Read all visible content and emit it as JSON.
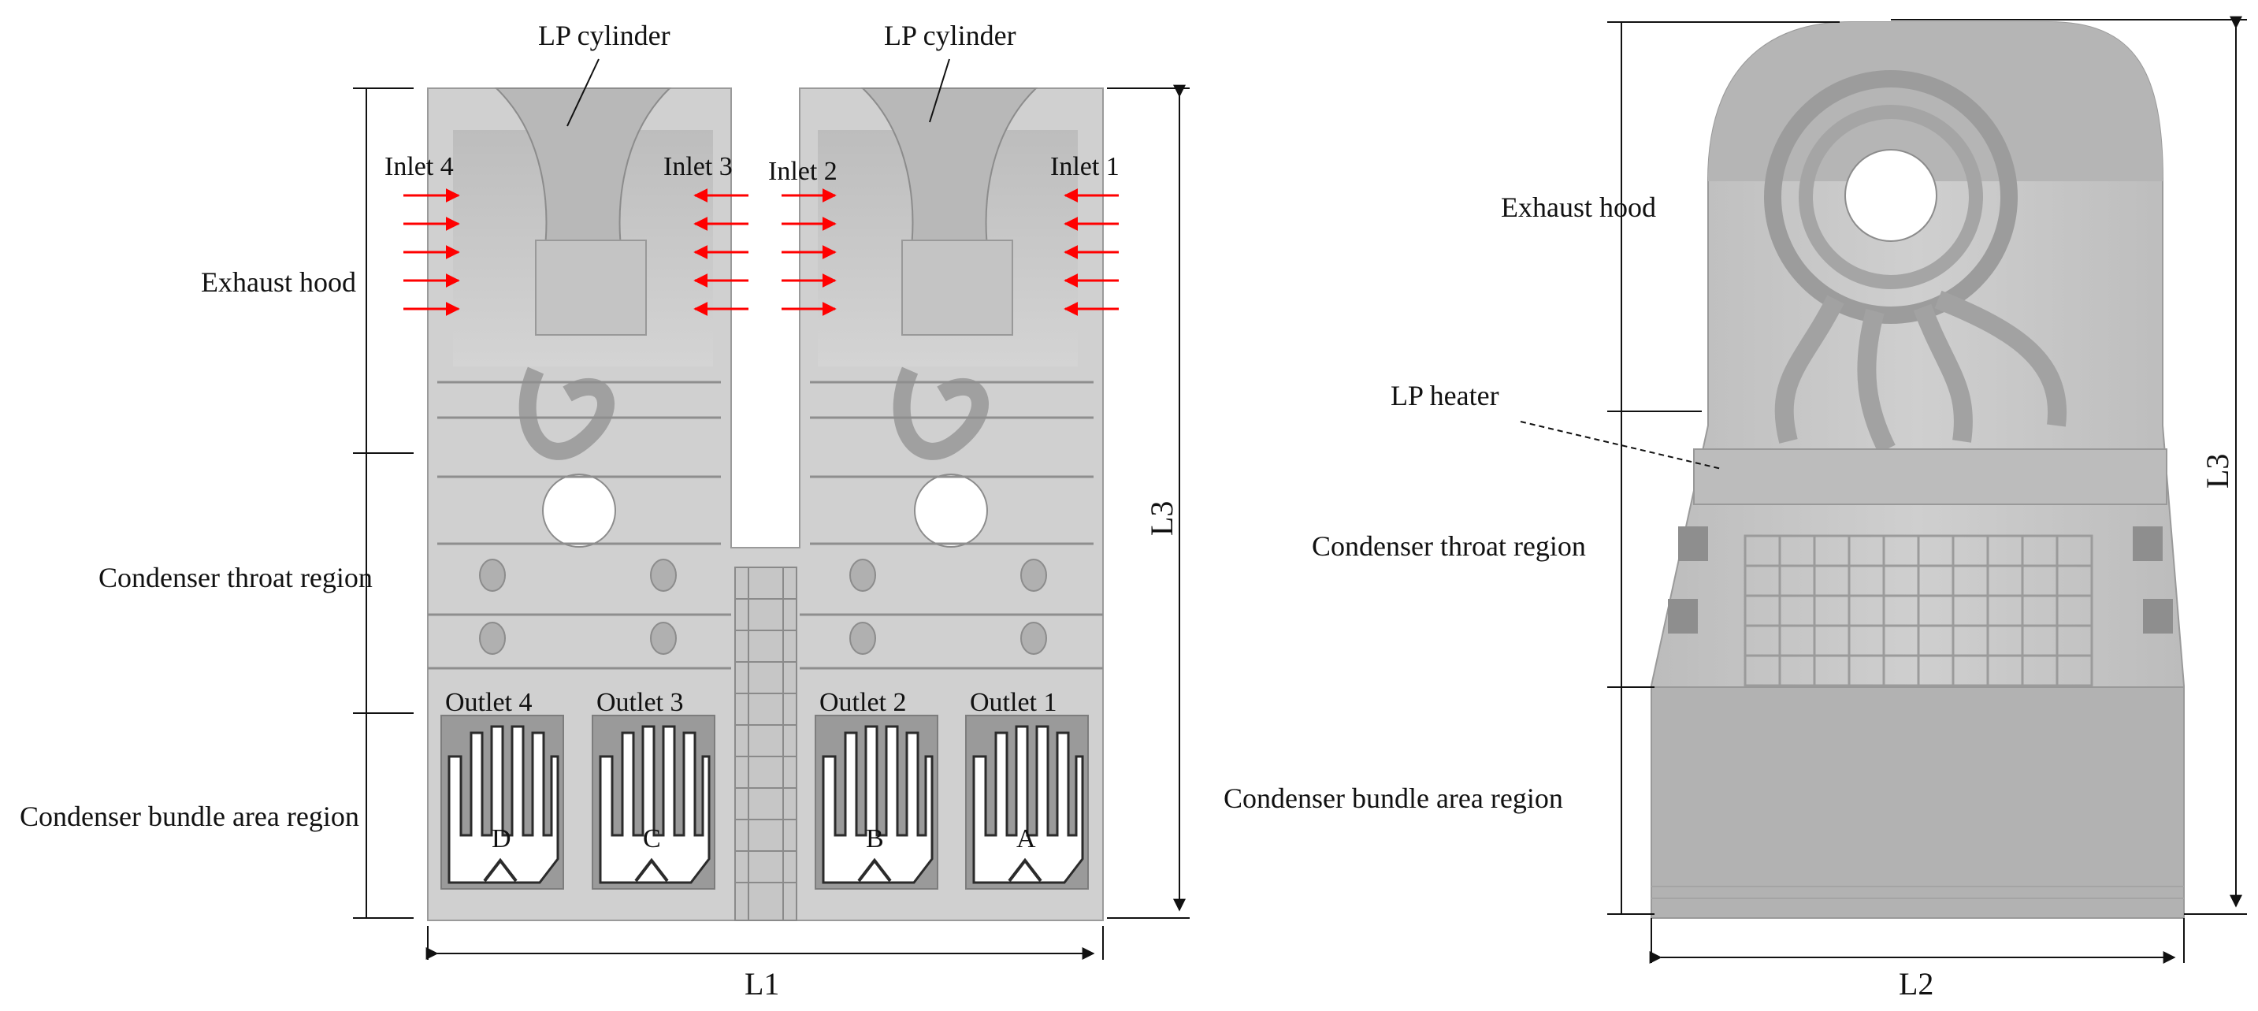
{
  "front_view": {
    "labels": {
      "lp_cylinder_left": "LP cylinder",
      "lp_cylinder_right": "LP cylinder",
      "exhaust_hood": "Exhaust hood",
      "condenser_throat": "Condenser throat region",
      "condenser_bundle": "Condenser bundle area region"
    },
    "inlets": [
      "Inlet 4",
      "Inlet 3",
      "Inlet 2",
      "Inlet 1"
    ],
    "outlets": [
      "Outlet 4",
      "Outlet 3",
      "Outlet 2",
      "Outlet 1"
    ],
    "bundles": [
      "D",
      "C",
      "B",
      "A"
    ],
    "dimensions": {
      "width": "L1",
      "height": "L3"
    }
  },
  "side_view": {
    "labels": {
      "exhaust_hood": "Exhaust hood",
      "lp_heater": "LP heater",
      "condenser_throat": "Condenser throat region",
      "condenser_bundle": "Condenser bundle area region"
    },
    "dimensions": {
      "width": "L2",
      "height": "L3"
    }
  },
  "colors": {
    "body": "#cfcfcf",
    "body_dark": "#a9a9a9",
    "bundle_panel": "#9a9a9a",
    "arrow": "#ff0000",
    "line": "#111111"
  }
}
